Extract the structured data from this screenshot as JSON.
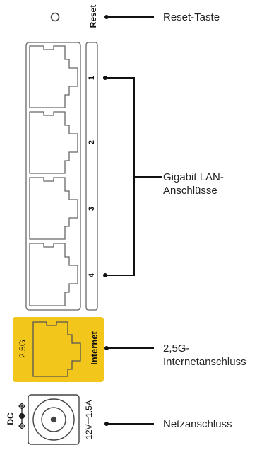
{
  "callouts": {
    "reset": "Reset-Taste",
    "lan_line1": "Gigabit LAN-",
    "lan_line2": "Anschlüsse",
    "internet_line1": "2,5G-",
    "internet_line2": "Internetanschluss",
    "power": "Netzanschluss"
  },
  "panel": {
    "reset_label": "Reset",
    "lan_ports": [
      "1",
      "2",
      "3",
      "4"
    ],
    "internet_speed_label": "2.5G",
    "internet_label": "Internet",
    "dc_label": "DC",
    "power_rating": "12V⎓1.5A"
  },
  "colors": {
    "internet_highlight": "#f2c61a",
    "line": "#111111",
    "outline": "#666666"
  }
}
